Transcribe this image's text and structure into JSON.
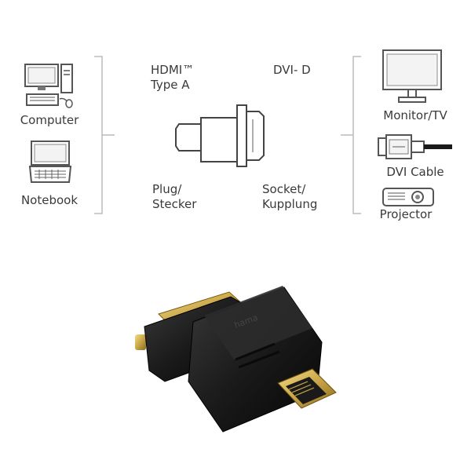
{
  "devices_left": [
    {
      "label": "Computer",
      "icon": "computer-icon"
    },
    {
      "label": "Notebook",
      "icon": "notebook-icon"
    }
  ],
  "devices_right": [
    {
      "label": "Monitor/TV",
      "icon": "monitor-icon"
    },
    {
      "label": "DVI Cable",
      "icon": "dvi-cable-icon"
    },
    {
      "label": "Projector",
      "icon": "projector-icon"
    }
  ],
  "connector": {
    "left_top": "HDMI™\nType A",
    "right_top": "DVI- D",
    "left_bottom": "Plug/\nStecker",
    "right_bottom": "Socket/\nKupplung"
  },
  "product": {
    "brand": "hama",
    "color_body": "#1a1a1a",
    "color_gold": "#c9a646"
  }
}
